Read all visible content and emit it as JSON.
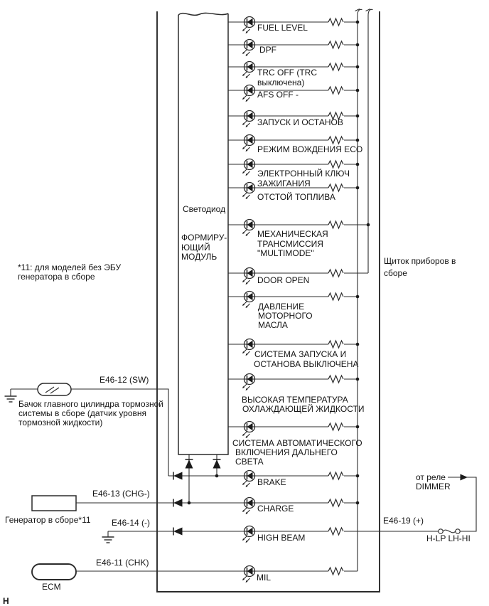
{
  "page": {
    "footer_label": "H"
  },
  "note": {
    "line1": "*11: для моделей без ЭБУ",
    "line2": "генератора в сборе"
  },
  "cluster": {
    "label_line1": "Щиток приборов в",
    "label_line2": "сборе"
  },
  "module": {
    "led_label": "Светодиод",
    "name_line1": "ФОРМИРУ-",
    "name_line2": "ЮЩИЙ",
    "name_line3": "МОДУЛЬ"
  },
  "indicators": {
    "fuel_level": "FUEL LEVEL",
    "dpf": "DPF",
    "trc_line1": "TRC OFF (TRC",
    "trc_line2": "выключена)",
    "afs": "AFS OFF -",
    "start_stop": "ЗАПУСК И ОСТАНОВ",
    "eco": "РЕЖИМ ВОЖДЕНИЯ ECO",
    "key_line1": "ЭЛЕКТРОННЫЙ КЛЮЧ",
    "key_line2": "ЗАЖИГАНИЯ",
    "fuel_sediment": "ОТСТОЙ ТОПЛИВА",
    "mmt_line1": "МЕХАНИЧЕСКАЯ",
    "mmt_line2": "ТРАНСМИССИЯ",
    "mmt_line3": "\"MULTIMODE\"",
    "door": "DOOR OPEN",
    "oil_line1": "ДАВЛЕНИЕ",
    "oil_line2": "МОТОРНОГО",
    "oil_line3": "МАСЛА",
    "ss_off_line1": "СИСТЕМА ЗАПУСКА И",
    "ss_off_line2": "ОСТАНОВА ВЫКЛЮЧЕНА",
    "coolant_line1": "ВЫСОКАЯ ТЕМПЕРАТУРА",
    "coolant_line2": "ОХЛАЖДАЮЩЕЙ ЖИДКОСТИ",
    "ahb_line1": "СИСТЕМА АВТОМАТИЧЕСКОГО",
    "ahb_line2": "ВКЛЮЧЕНИЯ ДАЛЬНЕГО",
    "ahb_line3": "СВЕТА",
    "brake": "BRAKE",
    "charge": "CHARGE",
    "high_beam": "HIGH BEAM",
    "mil": "MIL"
  },
  "connectors": {
    "sw": "E46-12 (SW)",
    "chg": "E46-13 (CHG-)",
    "minus": "E46-14 (-)",
    "chk": "E46-11 (CHK)",
    "plus": "E46-19 (+)"
  },
  "components": {
    "reservoir_line1": "Бачок главного цилиндра тормозной",
    "reservoir_line2": "системы в сборе (датчик уровня",
    "reservoir_line3": "тормозной жидкости)",
    "generator": "Генератор в сборе*11",
    "ecm": "ECM"
  },
  "right": {
    "relay_line1": "от реле",
    "relay_line2": "DIMMER",
    "fuse": "H-LP LH-HI"
  },
  "colors": {
    "line": "#2b2b2b",
    "text": "#141414",
    "bg": "#ffffff"
  }
}
